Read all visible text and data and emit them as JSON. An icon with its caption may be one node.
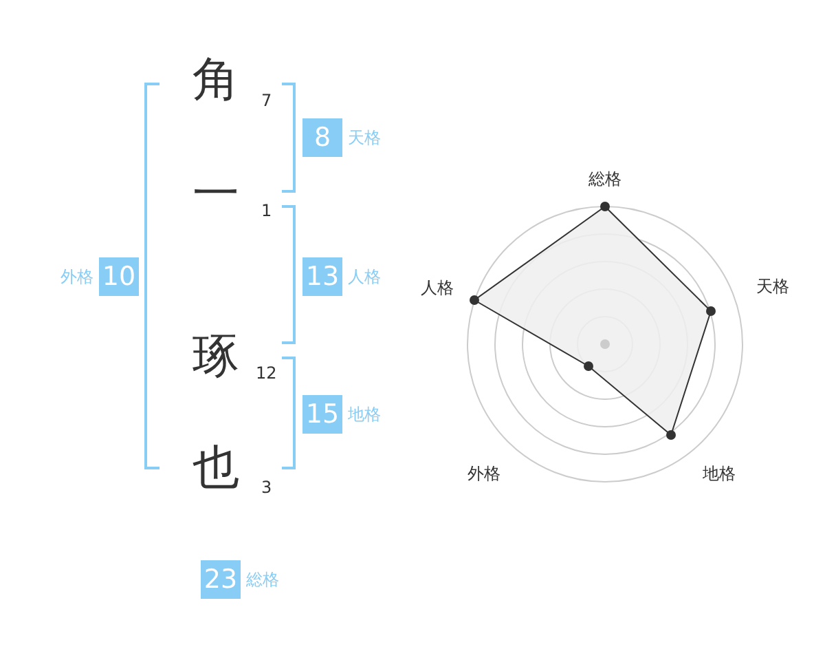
{
  "diagram": {
    "nodes": [
      {
        "text": [
          "8"
        ],
        "beside": [
          "天格"
        ]
      },
      {
        "text": [
          "10"
        ],
        "beside": [
          "外格"
        ]
      },
      {
        "text": [
          "13"
        ],
        "beside": [
          "人格"
        ]
      },
      {
        "text": [
          "15"
        ],
        "beside": [
          "地格"
        ]
      },
      {
        "text": [
          "23"
        ],
        "beside": [
          "総格"
        ]
      }
    ],
    "labels": [
      "角",
      "7",
      "一",
      "1",
      "琢",
      "12",
      "也",
      "3",
      "総格",
      "天格",
      "地格",
      "外格",
      "人格"
    ]
  }
}
